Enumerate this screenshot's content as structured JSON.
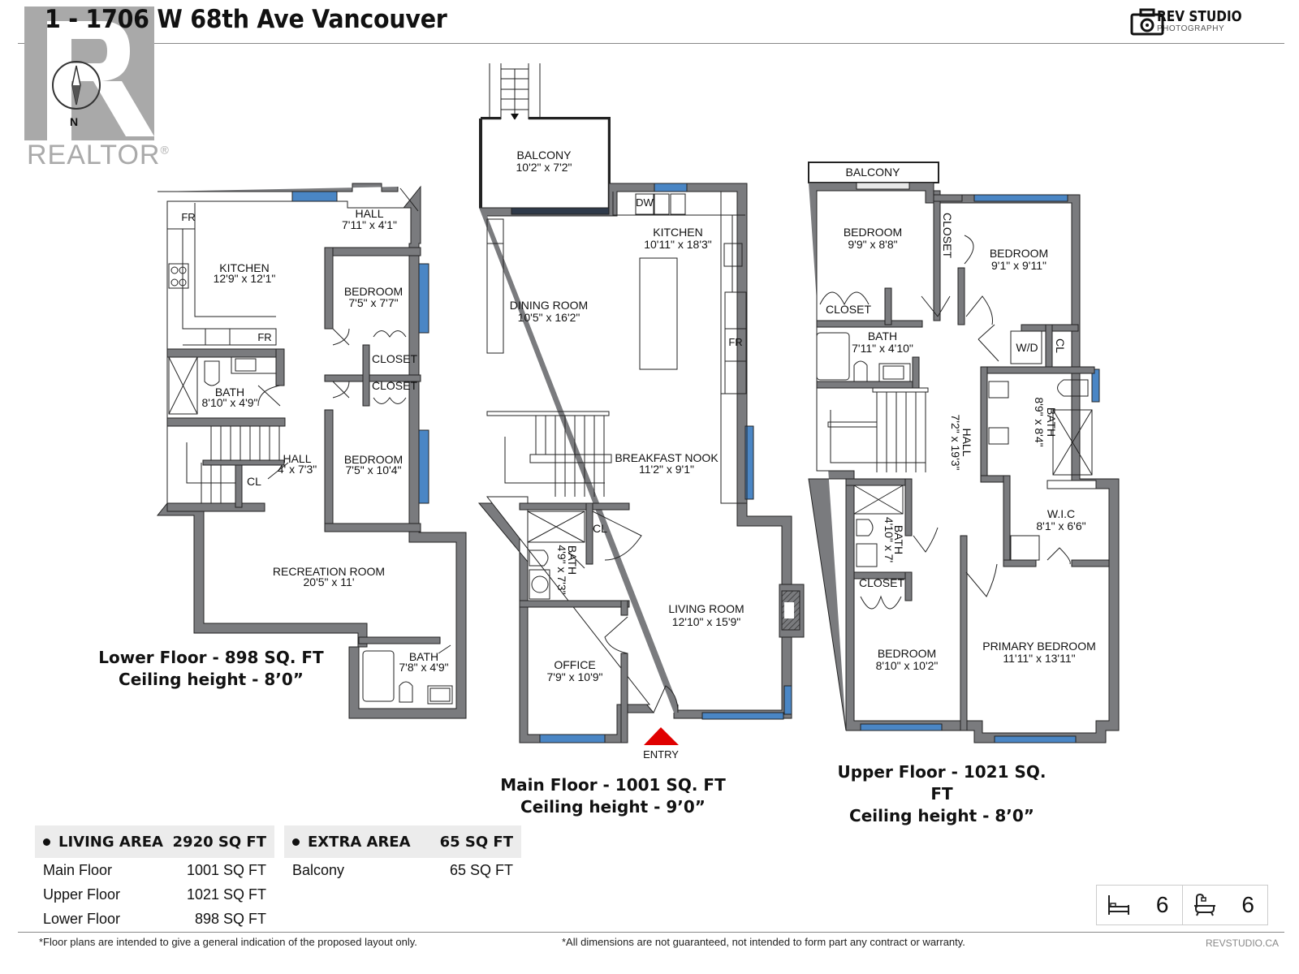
{
  "header": {
    "title": "1 - 1706 W 68th Ave Vancouver",
    "realtor_logo_text": "REALTOR",
    "compass_label": "N",
    "brand_name": "REV STUDIO",
    "brand_sub": "PHOTOGRAPHY"
  },
  "floors": {
    "lower": {
      "caption_line1": "Lower Floor - 898 SQ. FT",
      "caption_line2": "Ceiling height - 8’0”",
      "rooms": [
        {
          "name": "KITCHEN",
          "dims": "12'9\" x 12'1\""
        },
        {
          "name": "HALL",
          "dims": "7'11\" x 4'1\""
        },
        {
          "name": "BEDROOM",
          "dims": "7'5\" x 7'7\""
        },
        {
          "name": "BATH",
          "dims": "8'10\" x 4'9\""
        },
        {
          "name": "HALL",
          "dims": "4' x 7'3\""
        },
        {
          "name": "BEDROOM",
          "dims": "7'5\" x 10'4\""
        },
        {
          "name": "RECREATION ROOM",
          "dims": "20'5\" x 11'"
        },
        {
          "name": "BATH",
          "dims": "7'8\" x 4'9\""
        }
      ],
      "fixtures": {
        "fr1": "FR",
        "fr2": "FR",
        "closet1": "CLOSET",
        "closet2": "CLOSET",
        "cl": "CL"
      }
    },
    "main": {
      "caption_line1": "Main Floor - 1001 SQ. FT",
      "caption_line2": "Ceiling height - 9’0”",
      "rooms": [
        {
          "name": "BALCONY",
          "dims": "10'2\" x 7'2\""
        },
        {
          "name": "KITCHEN",
          "dims": "10'11\" x 18'3\""
        },
        {
          "name": "DINING ROOM",
          "dims": "10'5\" x 16'2\""
        },
        {
          "name": "BREAKFAST NOOK",
          "dims": "11'2\" x 9'1\""
        },
        {
          "name": "BATH",
          "dims": "4'9\" x 7'3\""
        },
        {
          "name": "LIVING ROOM",
          "dims": "12'10\" x 15'9\""
        },
        {
          "name": "OFFICE",
          "dims": "7'9\" x 10'9\""
        }
      ],
      "fixtures": {
        "dw": "DW",
        "fr": "FR",
        "cl": "CL"
      },
      "entry_label": "ENTRY",
      "entry_color": "#e00000"
    },
    "upper": {
      "caption_line1": "Upper Floor - 1021 SQ. FT",
      "caption_line2": "Ceiling height - 8’0”",
      "rooms": [
        {
          "name": "BALCONY",
          "dims": ""
        },
        {
          "name": "BEDROOM",
          "dims": "9'9\" x 8'8\""
        },
        {
          "name": "BEDROOM",
          "dims": "9'1\" x 9'11\""
        },
        {
          "name": "BATH",
          "dims": "7'11\" x 4'10\""
        },
        {
          "name": "HALL",
          "dims": "7'2\" x 19'3\""
        },
        {
          "name": "BATH",
          "dims": "8'9\" x 8'4\""
        },
        {
          "name": "W.I.C",
          "dims": "8'1\" x 6'6\""
        },
        {
          "name": "BATH",
          "dims": "4'10\" x 7'"
        },
        {
          "name": "BEDROOM",
          "dims": "8'10\" x 10'2\""
        },
        {
          "name": "PRIMARY BEDROOM",
          "dims": "11'11\" x 13'11\""
        }
      ],
      "fixtures": {
        "closet_v": "CLOSET",
        "closet1": "CLOSET",
        "closet2": "CLOSET",
        "wd": "W/D",
        "cl": "CL"
      }
    }
  },
  "areas": {
    "living": {
      "label": "LIVING AREA",
      "total": "2920 SQ FT",
      "rows": [
        {
          "label": "Main Floor",
          "value": "1001 SQ FT"
        },
        {
          "label": "Upper Floor",
          "value": "1021 SQ FT"
        },
        {
          "label": "Lower Floor",
          "value": "898 SQ FT"
        }
      ]
    },
    "extra": {
      "label": "EXTRA AREA",
      "total": "65 SQ FT",
      "rows": [
        {
          "label": "Balcony",
          "value": "65 SQ FT"
        }
      ]
    }
  },
  "counts": {
    "bedrooms": "6",
    "bathrooms": "6"
  },
  "footer": {
    "disclaimer_left": "*Floor plans are intended to give a general indication of the proposed layout only.",
    "disclaimer_right": "*All dimensions are not guaranteed, not intended to form part any contract or warranty.",
    "site": "REVSTUDIO.CA"
  },
  "colors": {
    "wall": "#7a7b7e",
    "window": "#4a86c5",
    "entry": "#e00000"
  }
}
